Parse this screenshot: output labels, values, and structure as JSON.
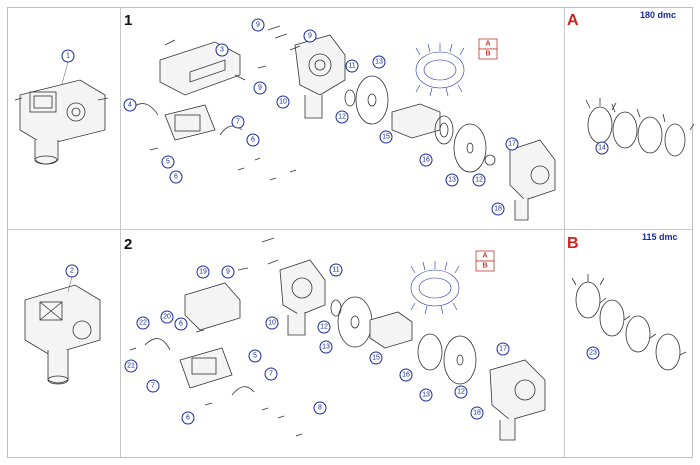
{
  "sections": {
    "top": {
      "number": "1",
      "letter": "A",
      "dmc": "180 dmc",
      "assembly_callout": "1",
      "callouts": [
        "9",
        "9",
        "9",
        "3",
        "10",
        "11",
        "13",
        "4",
        "5",
        "7",
        "6",
        "6",
        "12",
        "15",
        "16",
        "13",
        "12",
        "17",
        "18",
        "14"
      ],
      "ab_box": [
        "A",
        "B"
      ]
    },
    "bottom": {
      "number": "2",
      "letter": "B",
      "dmc": "115 dmc",
      "assembly_callout": "2",
      "callouts": [
        "9",
        "19",
        "11",
        "10",
        "22",
        "20",
        "6",
        "12",
        "13",
        "21",
        "5",
        "15",
        "16",
        "13",
        "12",
        "17",
        "7",
        "7",
        "6",
        "8",
        "18",
        "23"
      ],
      "ab_box": [
        "A",
        "B"
      ]
    }
  }
}
